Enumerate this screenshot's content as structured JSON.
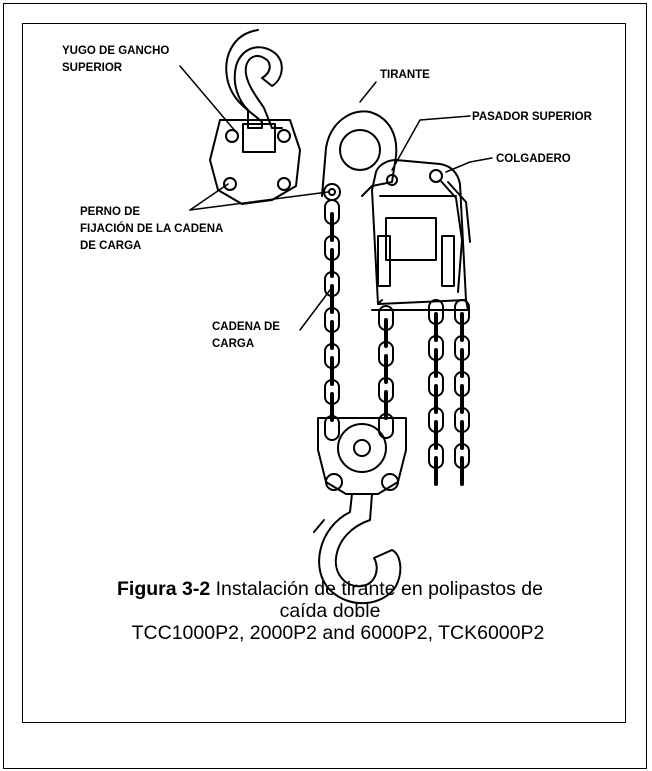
{
  "labels": {
    "upper_hook_yoke_1": "YUGO DE GANCHO",
    "upper_hook_yoke_2": "SUPERIOR",
    "strut": "TIRANTE",
    "upper_pin": "PASADOR SUPERIOR",
    "hanger": "COLGADERO",
    "chain_bolt_1": "PERNO DE",
    "chain_bolt_2": "FIJACIÓN DE LA CADENA",
    "chain_bolt_3": "DE CARGA",
    "load_chain_1": "CADENA DE",
    "load_chain_2": "CARGA"
  },
  "caption": {
    "figure": "Figura 3-2",
    "text_line1": "Instalación de tirante en polipastos de",
    "text_line2": "caída doble",
    "text_line3": "TCC1000P2, 2000P2 and 6000P2, TCK6000P2"
  }
}
